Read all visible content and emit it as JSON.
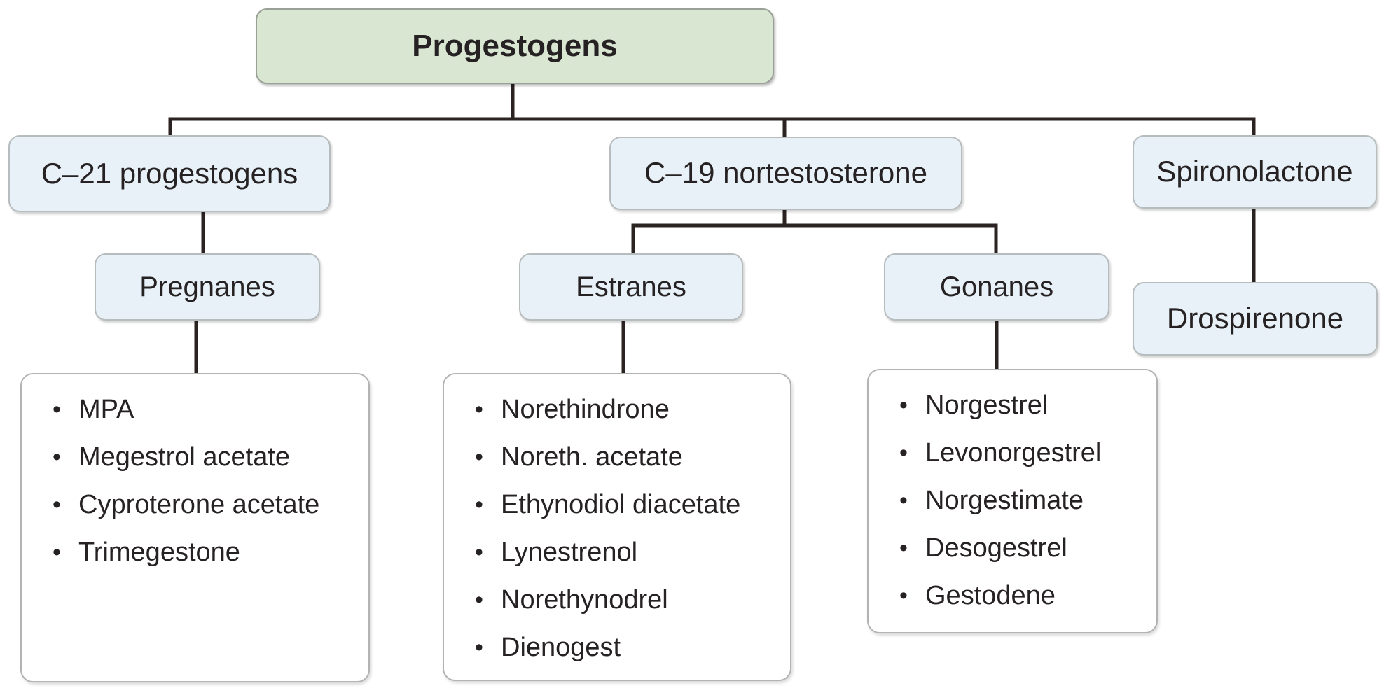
{
  "tree": {
    "root": "Progestogens",
    "branches": [
      {
        "label": "C–21 progestogens",
        "child": {
          "label": "Pregnanes",
          "items": [
            "MPA",
            "Megestrol acetate",
            "Cyproterone acetate",
            "Trimegestone"
          ]
        }
      },
      {
        "label": "C–19 nortestosterone",
        "children": [
          {
            "label": "Estranes",
            "items": [
              "Norethindrone",
              "Noreth. acetate",
              "Ethynodiol diacetate",
              "Lynestrenol",
              "Norethynodrel",
              "Dienogest"
            ]
          },
          {
            "label": "Gonanes",
            "items": [
              "Norgestrel",
              "Levonorgestrel",
              "Norgestimate",
              "Desogestrel",
              "Gestodene"
            ]
          }
        ]
      },
      {
        "label": "Spironolactone",
        "child": {
          "label": "Drospirenone"
        }
      }
    ]
  },
  "ui": {
    "bullet_glyph": "•"
  },
  "colors": {
    "root_fill": "#d8e6d2",
    "root_border": "#9aa096",
    "node_fill": "#e7f1f7",
    "node_border": "#b7bcbe",
    "list_fill": "#ffffff",
    "list_border": "#b3b3b3",
    "connector": "#2b2322",
    "text": "#262122"
  }
}
